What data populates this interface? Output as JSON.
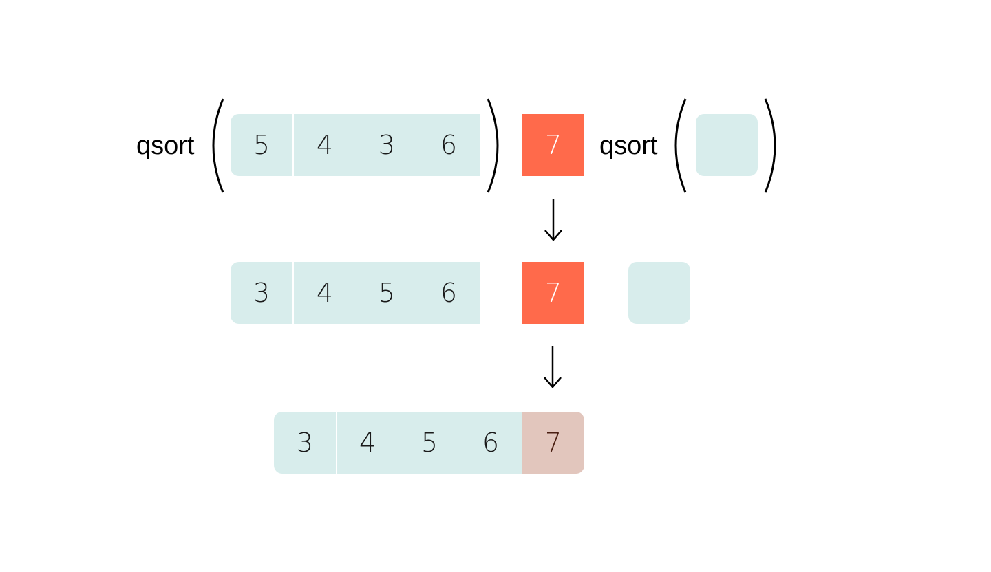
{
  "row1": {
    "left_call_label": "qsort",
    "left_values": [
      "5",
      "4",
      "3",
      "6"
    ],
    "pivot": "7",
    "right_call_label": "qsort",
    "right_values": [
      ""
    ]
  },
  "row2": {
    "left_values": [
      "3",
      "4",
      "5",
      "6"
    ],
    "pivot": "7",
    "right_values": [
      ""
    ]
  },
  "row3": {
    "values": [
      "3",
      "4",
      "5",
      "6",
      "7"
    ]
  },
  "colors": {
    "cell": "#d8edec",
    "pivot": "#ff6a4b",
    "final_pivot": "#e2c6bd"
  },
  "icons": [
    "left-paren-icon",
    "right-paren-icon",
    "down-arrow-icon"
  ]
}
